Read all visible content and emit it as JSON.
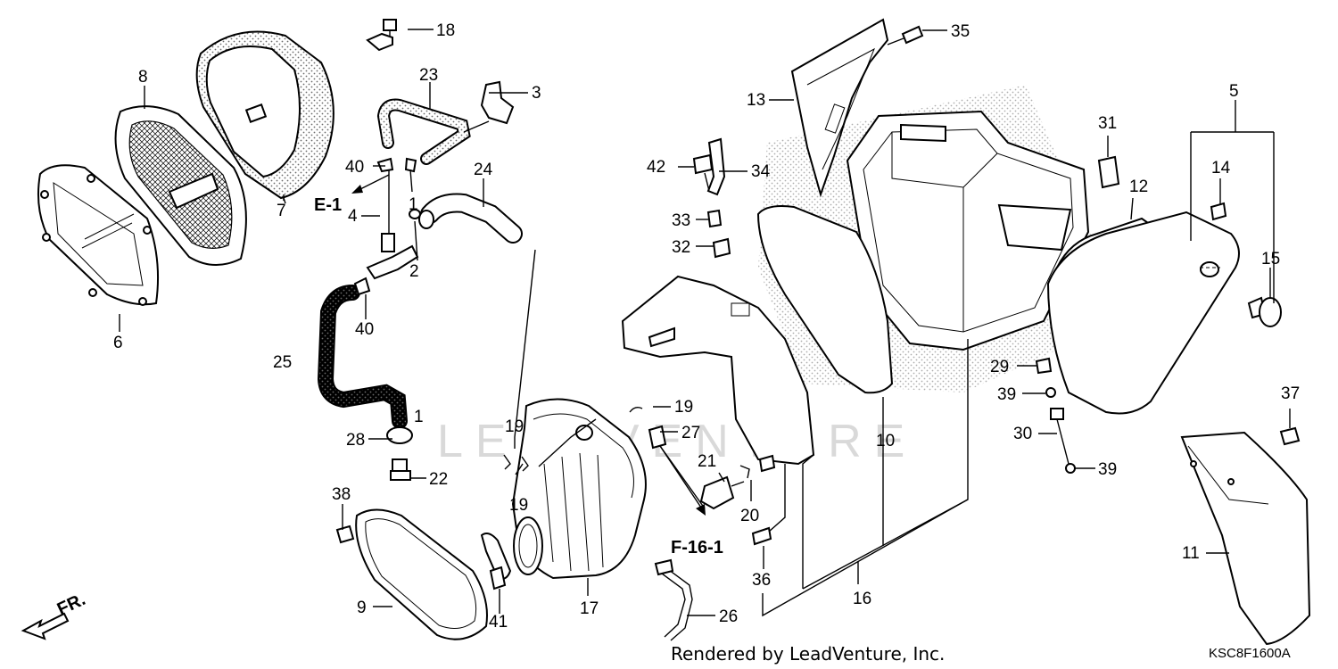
{
  "callouts": {
    "c1": "1",
    "c2": "2",
    "c3": "3",
    "c4": "4",
    "c5": "5",
    "c6": "6",
    "c7": "7",
    "c8": "8",
    "c9": "9",
    "c10": "10",
    "c11": "11",
    "c12": "12",
    "c13": "13",
    "c14": "14",
    "c15": "15",
    "c16": "16",
    "c17": "17",
    "c18": "18",
    "c19a": "19",
    "c19b": "19",
    "c19c": "19",
    "c20": "20",
    "c21": "21",
    "c22": "22",
    "c23": "23",
    "c24": "24",
    "c25": "25",
    "c26": "26",
    "c27": "27",
    "c28": "28",
    "c29": "29",
    "c30": "30",
    "c31": "31",
    "c32": "32",
    "c33": "33",
    "c34": "34",
    "c35": "35",
    "c36": "36",
    "c37": "37",
    "c38": "38",
    "c39a": "39",
    "c39b": "39",
    "c40a": "40",
    "c40b": "40",
    "c41": "41",
    "c42": "42"
  },
  "references": {
    "e1": "E-1",
    "f16": "F-16-1"
  },
  "front_marker": "FR.",
  "watermark": "LEADVENTURE",
  "credit": "Rendered by LeadVenture, Inc.",
  "diagram_code": "KSC8F1600A"
}
